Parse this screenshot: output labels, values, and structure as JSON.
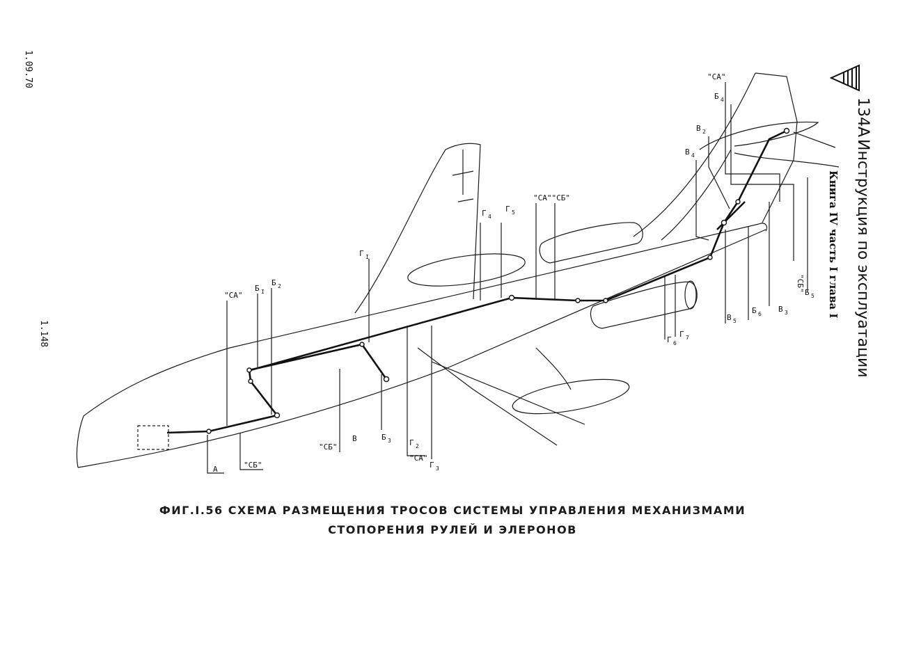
{
  "header": {
    "doc_date": "1.09.70",
    "page_number": "1.148",
    "model": "134A",
    "title": "Инструкция по эксплуатации",
    "subtitle": "Книга IV часть I глава I"
  },
  "caption": {
    "line1": "ФИГ.І.56  СХЕМА  РАЗМЕЩЕНИЯ  ТРОСОВ  СИСТЕМЫ  УПРАВЛЕНИЯ  МЕХАНИЗМАМИ",
    "line2": "СТОПОРЕНИЯ  РУЛЕЙ  И  ЭЛЕРОНОВ"
  },
  "labels": {
    "A": "А",
    "SA_left": "\"СА\"",
    "SB_left": "\"СБ\"",
    "B1": "Б",
    "B1_sub": "I",
    "B2": "Б",
    "B2_sub": "2",
    "G1": "Г",
    "G1_sub": "I",
    "SB_mid": "\"СБ\"",
    "V": "В",
    "B3": "Б",
    "B3_sub": "3",
    "G2": "Г",
    "G2_sub": "2",
    "SA_mid": "\"СА\"",
    "G3": "Г",
    "G3_sub": "3",
    "G4": "Г",
    "G4_sub": "4",
    "G5": "Г",
    "G5_sub": "5",
    "SA_SB_top": "\"СА\"\"СБ\"",
    "G6": "Г",
    "G6_sub": "6",
    "G7": "Г",
    "G7_sub": "7",
    "V4": "В",
    "V4_sub": "4",
    "V2": "В",
    "V2_sub": "2",
    "B4": "Б",
    "B4_sub": "4",
    "SA_tail": "\"СА\"",
    "SB_tail": "\"СБ\"",
    "B5": "Б",
    "B5_sub": "5",
    "V3": "В",
    "V3_sub": "3",
    "B6": "Б",
    "B6_sub": "6",
    "V5": "В",
    "V5_sub": "5"
  }
}
